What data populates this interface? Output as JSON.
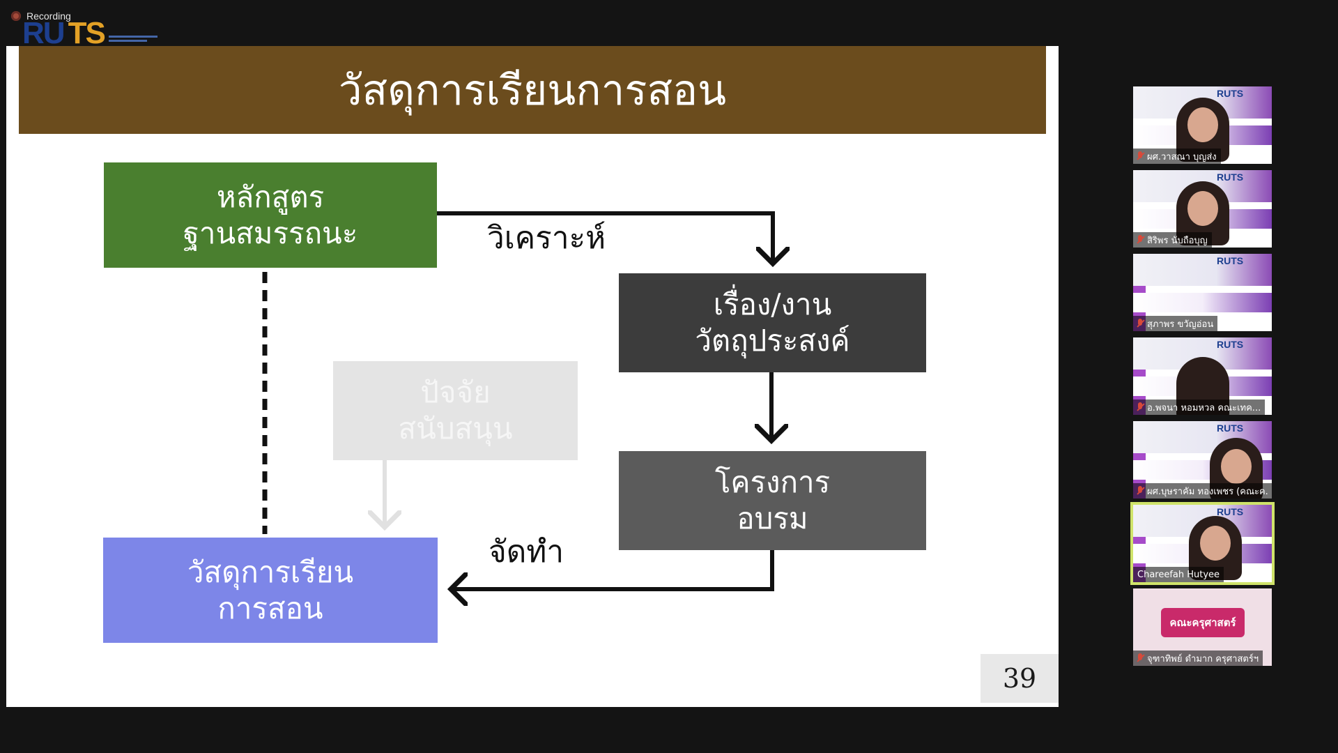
{
  "recording": {
    "label": "Recording"
  },
  "logo": {
    "part1": "RU",
    "part2": "TS"
  },
  "slide": {
    "title": "วัสดุการเรียนการสอน",
    "boxes": {
      "curriculum": "หลักสูตร\nฐานสมรรถนะ",
      "topic": "เรื่อง/งาน\nวัตถุประสงค์",
      "project": "โครงการ\nอบรม",
      "support": "ปัจจัย\nสนับสนุน",
      "material": "วัสดุการเรียน\nการสอน"
    },
    "edge_labels": {
      "analyze": "วิเคราะห์",
      "make": "จัดทำ"
    },
    "page_number": "39"
  },
  "participants": [
    {
      "name": "ผศ.วาสณา บุญส่ง"
    },
    {
      "name": "สิริพร นับถือบุญ"
    },
    {
      "name": "สุภาพร ขวัญอ่อน"
    },
    {
      "name": "อ.พจนา หอมหวล คณะเทค..."
    },
    {
      "name": "ผศ.บุษราคัม ทองเพชร (คณะค..."
    },
    {
      "name": "Chareefah Hutyee"
    },
    {
      "name": "จุฑาทิพย์ ดำมาก ครุศาสตร์ฯ",
      "banner": "คณะครุศาสตร์"
    }
  ],
  "colors": {
    "title_bar": "#6b4c1d",
    "curriculum": "#4a7f2f",
    "topic": "#3c3c3c",
    "project": "#5b5b5b",
    "support": "#e4e4e4",
    "material": "#7d86e8",
    "active_speaker": "#cfe36a"
  }
}
